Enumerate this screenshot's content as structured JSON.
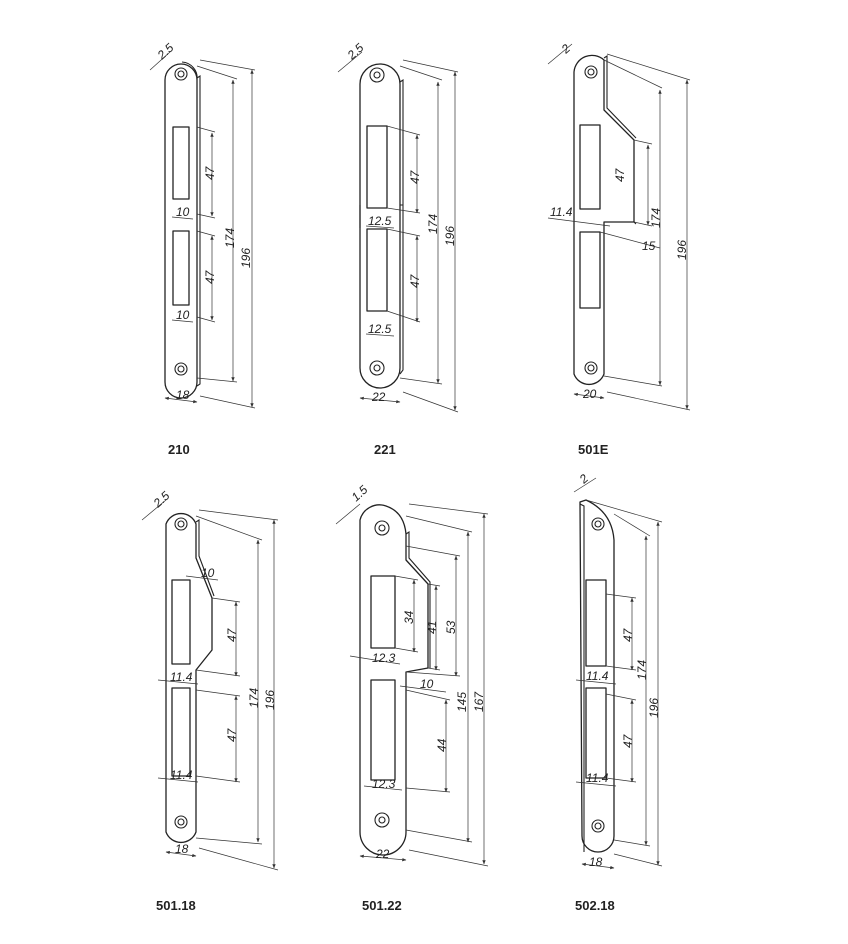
{
  "products": [
    {
      "code": "210",
      "dims": {
        "thickness": "2.5",
        "width": "18",
        "slot1": "47",
        "slot2": "47",
        "gap1": "10",
        "gap2": "10",
        "hole_spacing": "174",
        "length": "196"
      }
    },
    {
      "code": "221",
      "dims": {
        "thickness": "2.5",
        "width": "22",
        "slot1": "47",
        "slot2": "47",
        "gap1": "12.5",
        "gap2": "12.5",
        "hole_spacing": "174",
        "length": "196"
      }
    },
    {
      "code": "501E",
      "dims": {
        "thickness": "2",
        "width": "20",
        "slot1": "47",
        "offset": "11.4",
        "tongue": "15",
        "hole_spacing": "174",
        "length": "196"
      }
    },
    {
      "code": "501.18",
      "dims": {
        "thickness": "2.5",
        "width": "18",
        "tab": "10",
        "slot1": "47",
        "slot2": "47",
        "gap1": "11.4",
        "gap2": "11.4",
        "hole_spacing": "174",
        "length": "196"
      }
    },
    {
      "code": "501.22",
      "dims": {
        "thickness": "1.5",
        "width": "22",
        "slot1": "34",
        "tab_height": "41",
        "upper": "53",
        "gap1": "12.3",
        "tab": "10",
        "slot2": "44",
        "gap2": "12.3",
        "mid": "145",
        "length": "167"
      }
    },
    {
      "code": "502.18",
      "dims": {
        "thickness": "2",
        "width": "18",
        "slot1": "47",
        "slot2": "47",
        "gap1": "11.4",
        "gap2": "11.4",
        "hole_spacing": "174",
        "length": "196"
      }
    }
  ]
}
